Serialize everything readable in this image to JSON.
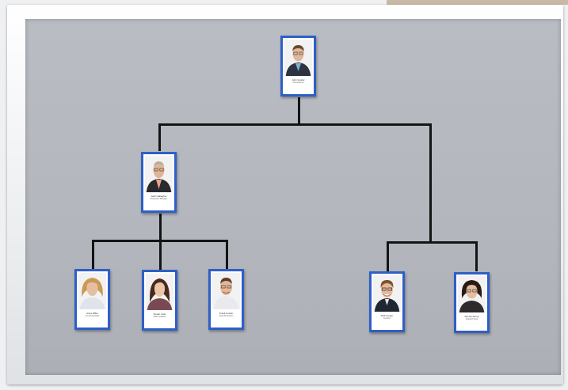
{
  "people": [
    {
      "name": "John Fowler",
      "role": "Area Director"
    },
    {
      "name": "Jack Gallagher",
      "role": "Production Manager"
    },
    {
      "name": "Anna Miller",
      "role": "Accounting Dept"
    },
    {
      "name": "Susan Little",
      "role": "Sales Assistant"
    },
    {
      "name": "Frank Fowler",
      "role": "Head Production"
    },
    {
      "name": "Rick Kerger",
      "role": "Services"
    },
    {
      "name": "Wendy Wong",
      "role": "Dispatch Dept"
    }
  ]
}
